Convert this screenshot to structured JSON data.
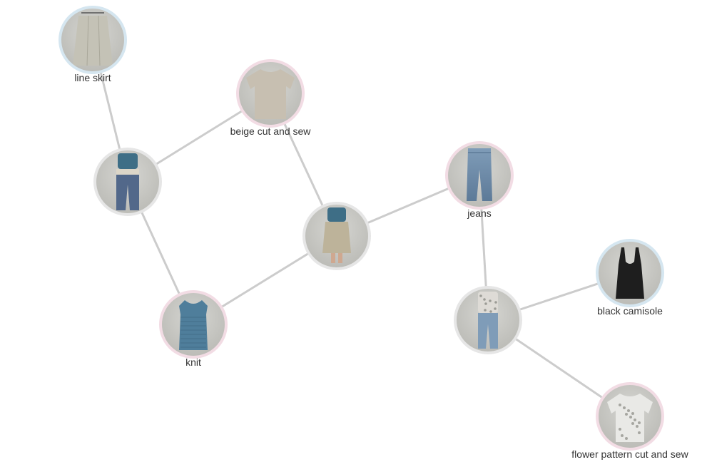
{
  "colors": {
    "edge": "#cccccc",
    "ring_outfit": "#e6e6e6",
    "ring_top": "#f2dce4",
    "ring_bottom": "#d5e6f0",
    "label": "#333333"
  },
  "nodes": [
    {
      "id": "line-skirt",
      "label": "line skirt",
      "kind": "bottom",
      "item": "skirt"
    },
    {
      "id": "beige-cut-and-sew",
      "label": "beige cut and sew",
      "kind": "top",
      "item": "tee-beige"
    },
    {
      "id": "outfit-1",
      "label": "",
      "kind": "outfit",
      "item": "outfit-skirt"
    },
    {
      "id": "jeans",
      "label": "jeans",
      "kind": "top",
      "item": "jeans"
    },
    {
      "id": "outfit-2",
      "label": "",
      "kind": "outfit",
      "item": "outfit-jeans"
    },
    {
      "id": "knit",
      "label": "knit",
      "kind": "top",
      "item": "knit"
    },
    {
      "id": "black-camisole",
      "label": "black camisole",
      "kind": "bottom",
      "item": "camisole"
    },
    {
      "id": "outfit-3",
      "label": "",
      "kind": "outfit",
      "item": "outfit-flower"
    },
    {
      "id": "flower-pattern",
      "label": "flower pattern cut and sew",
      "kind": "top",
      "item": "tee-flower"
    }
  ],
  "edges": [
    [
      "line-skirt",
      "outfit-1"
    ],
    [
      "beige-cut-and-sew",
      "outfit-1"
    ],
    [
      "knit",
      "outfit-1"
    ],
    [
      "beige-cut-and-sew",
      "outfit-2"
    ],
    [
      "knit",
      "outfit-2"
    ],
    [
      "jeans",
      "outfit-2"
    ],
    [
      "jeans",
      "outfit-3"
    ],
    [
      "black-camisole",
      "outfit-3"
    ],
    [
      "flower-pattern",
      "outfit-3"
    ]
  ]
}
